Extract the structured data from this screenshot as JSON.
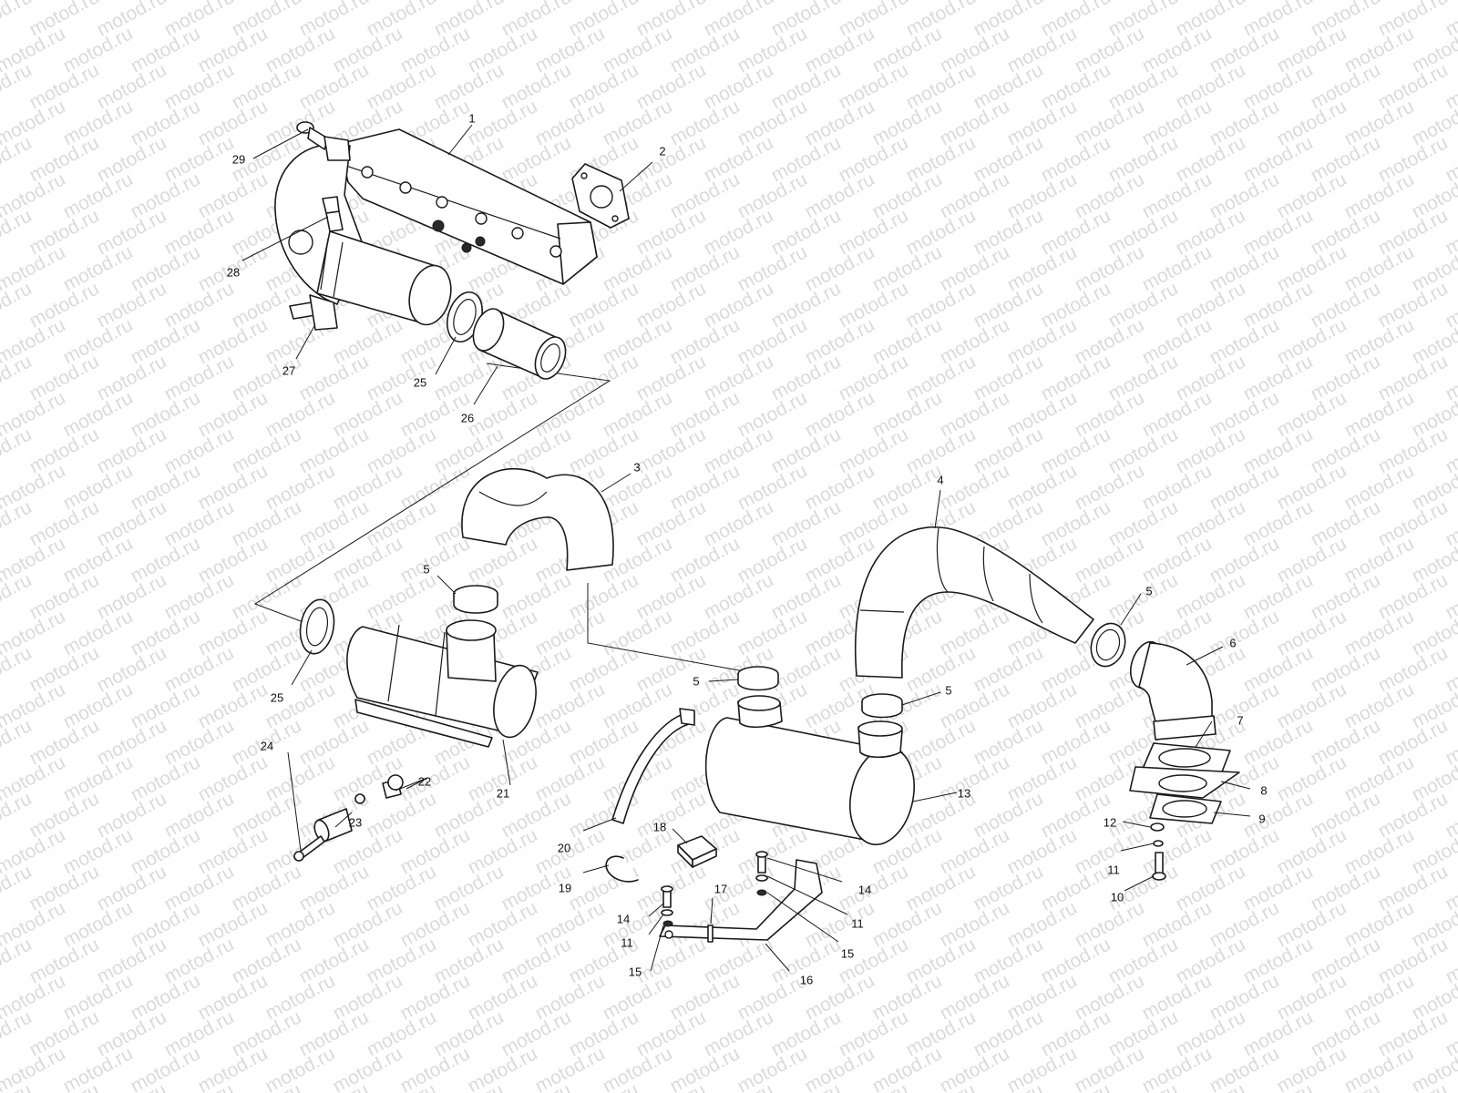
{
  "watermark": {
    "text": "motod.ru",
    "color": "#bdbdbd"
  },
  "callouts": [
    {
      "id": "c1",
      "label": "1"
    },
    {
      "id": "c2",
      "label": "2"
    },
    {
      "id": "c29",
      "label": "29"
    },
    {
      "id": "c28",
      "label": "28"
    },
    {
      "id": "c27",
      "label": "27"
    },
    {
      "id": "c25a",
      "label": "25"
    },
    {
      "id": "c26",
      "label": "26"
    },
    {
      "id": "c3",
      "label": "3"
    },
    {
      "id": "c5a",
      "label": "5"
    },
    {
      "id": "c25b",
      "label": "25"
    },
    {
      "id": "c22",
      "label": "22"
    },
    {
      "id": "c24",
      "label": "24"
    },
    {
      "id": "c23",
      "label": "23"
    },
    {
      "id": "c21",
      "label": "21"
    },
    {
      "id": "c4",
      "label": "4"
    },
    {
      "id": "c5b",
      "label": "5"
    },
    {
      "id": "c6",
      "label": "6"
    },
    {
      "id": "c5c",
      "label": "5"
    },
    {
      "id": "c5d",
      "label": "5"
    },
    {
      "id": "c7",
      "label": "7"
    },
    {
      "id": "c13",
      "label": "13"
    },
    {
      "id": "c8",
      "label": "8"
    },
    {
      "id": "c9",
      "label": "9"
    },
    {
      "id": "c12",
      "label": "12"
    },
    {
      "id": "c11a",
      "label": "11"
    },
    {
      "id": "c10",
      "label": "10"
    },
    {
      "id": "c20",
      "label": "20"
    },
    {
      "id": "c18",
      "label": "18"
    },
    {
      "id": "c19",
      "label": "19"
    },
    {
      "id": "c14a",
      "label": "14"
    },
    {
      "id": "c11b",
      "label": "11"
    },
    {
      "id": "c15a",
      "label": "15"
    },
    {
      "id": "c14b",
      "label": "14"
    },
    {
      "id": "c11c",
      "label": "11"
    },
    {
      "id": "c15b",
      "label": "15"
    },
    {
      "id": "c17",
      "label": "17"
    },
    {
      "id": "c16",
      "label": "16"
    }
  ]
}
